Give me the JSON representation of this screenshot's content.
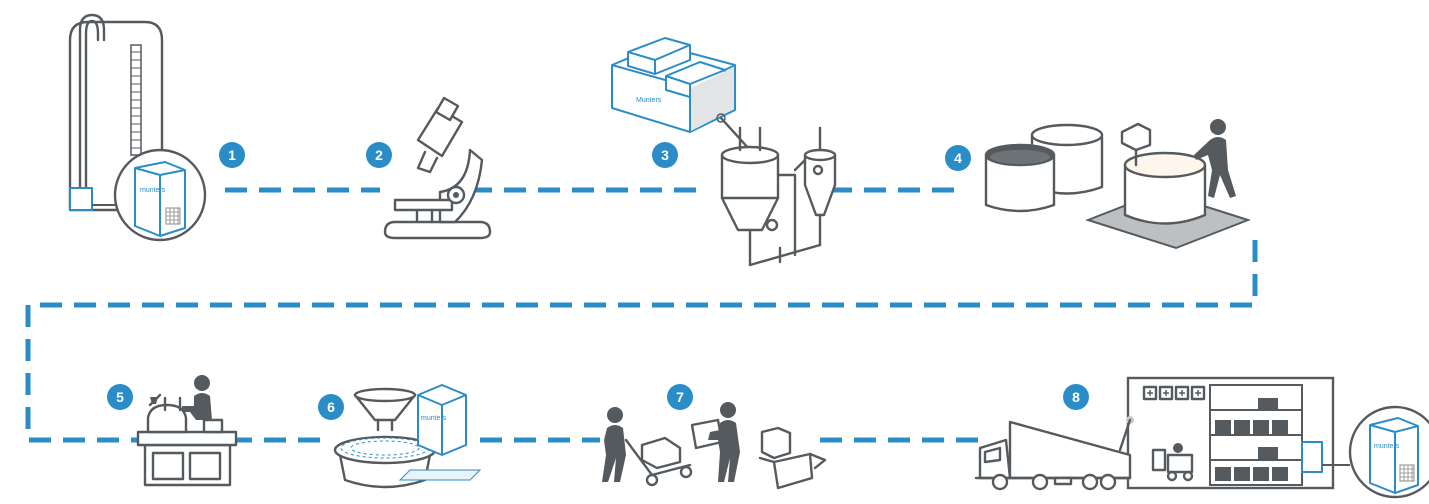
{
  "title": "",
  "colors": {
    "accent": "#2a8dc8",
    "line": "#555a5e",
    "background": "#ffffff"
  },
  "brand": "Munters",
  "steps": [
    {
      "number": "1",
      "icon": "storage-silo-with-dehumidifier-icon"
    },
    {
      "number": "2",
      "icon": "microscope-icon"
    },
    {
      "number": "3",
      "icon": "spray-dryer-with-dehumidifier-icon"
    },
    {
      "number": "4",
      "icon": "mixing-tanks-icon"
    },
    {
      "number": "5",
      "icon": "weighing-station-icon"
    },
    {
      "number": "6",
      "icon": "tablet-coating-icon"
    },
    {
      "number": "7",
      "icon": "packaging-icon"
    },
    {
      "number": "8",
      "icon": "warehouse-distribution-icon"
    }
  ]
}
